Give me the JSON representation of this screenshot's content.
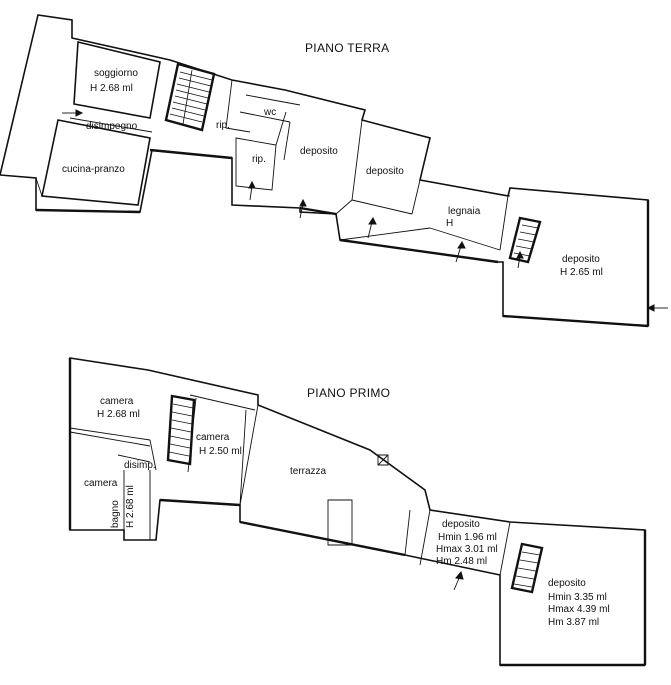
{
  "floors": [
    {
      "title": "PIANO TERRA",
      "rooms": [
        {
          "name": "soggiorno",
          "height": "H 2.68 ml"
        },
        {
          "name": "disimpegno"
        },
        {
          "name": "cucina-pranzo"
        },
        {
          "name": "rip."
        },
        {
          "name": "wc"
        },
        {
          "name": "rip."
        },
        {
          "name": "deposito"
        },
        {
          "name": "deposito"
        },
        {
          "name": "legnaia",
          "height": "H"
        },
        {
          "name": "deposito",
          "height": "H 2.65 ml"
        }
      ]
    },
    {
      "title": "PIANO PRIMO",
      "rooms": [
        {
          "name": "camera",
          "height": "H 2.68 ml"
        },
        {
          "name": "camera",
          "height": "H 2.50 ml"
        },
        {
          "name": "disimp."
        },
        {
          "name": "camera"
        },
        {
          "name": "bagno",
          "height": "H 2.68 ml"
        },
        {
          "name": "terrazza"
        },
        {
          "name": "deposito",
          "hmin": "Hmin 1.96 ml",
          "hmax": "Hmax 3.01 ml",
          "hm": "Hm 2.48 ml"
        },
        {
          "name": "deposito",
          "hmin": "Hmin 3.35 ml",
          "hmax": "Hmax 4.39 ml",
          "hm": "Hm 3.87 ml"
        }
      ]
    }
  ]
}
